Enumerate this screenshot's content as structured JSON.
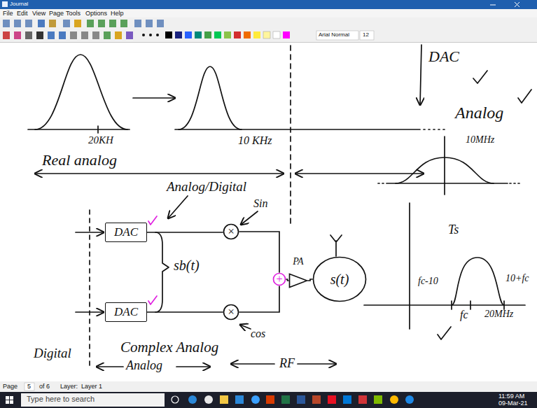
{
  "diagram": {
    "nodes": [
      {
        "text": [
          "DAC"
        ]
      },
      {
        "text": [
          "DAC"
        ]
      },
      {
        "text": [
          "×"
        ]
      },
      {
        "text": [
          "×"
        ]
      },
      {
        "text": [
          "+"
        ]
      },
      {
        "text": [
          "PA"
        ]
      },
      {
        "text": [
          "s(t)"
        ]
      }
    ],
    "edges": [
      {
        "from": 0,
        "to": 2,
        "arrow": "none"
      },
      {
        "from": 1,
        "to": 3,
        "arrow": "none"
      },
      {
        "from": 2,
        "to": 4,
        "arrow": "none"
      },
      {
        "from": 3,
        "to": 4,
        "arrow": "none"
      },
      {
        "from": 4,
        "to": 5,
        "arrow": "none"
      },
      {
        "from": 5,
        "to": 6,
        "arrow": "none"
      }
    ],
    "labels": [
      "Journal",
      "File",
      "Edit",
      "View",
      "Page",
      "Tools",
      "Options",
      "Help",
      "Arial Normal",
      "12",
      "20KH",
      "10 KHz",
      "Real analog",
      "Analog/Digital",
      "DAC",
      "Analog",
      "10MHz",
      "Ts",
      "sb(t)",
      "Sin",
      "cos",
      "Complex Analog",
      "Digital",
      "Analog",
      "RF",
      "fc-10",
      "10+fc",
      "fc",
      "20MHz",
      "Page",
      "5",
      "of 6",
      "Layer:",
      "Layer 1",
      "Type here to search",
      "11:59 AM",
      "09-Mar-21"
    ]
  }
}
